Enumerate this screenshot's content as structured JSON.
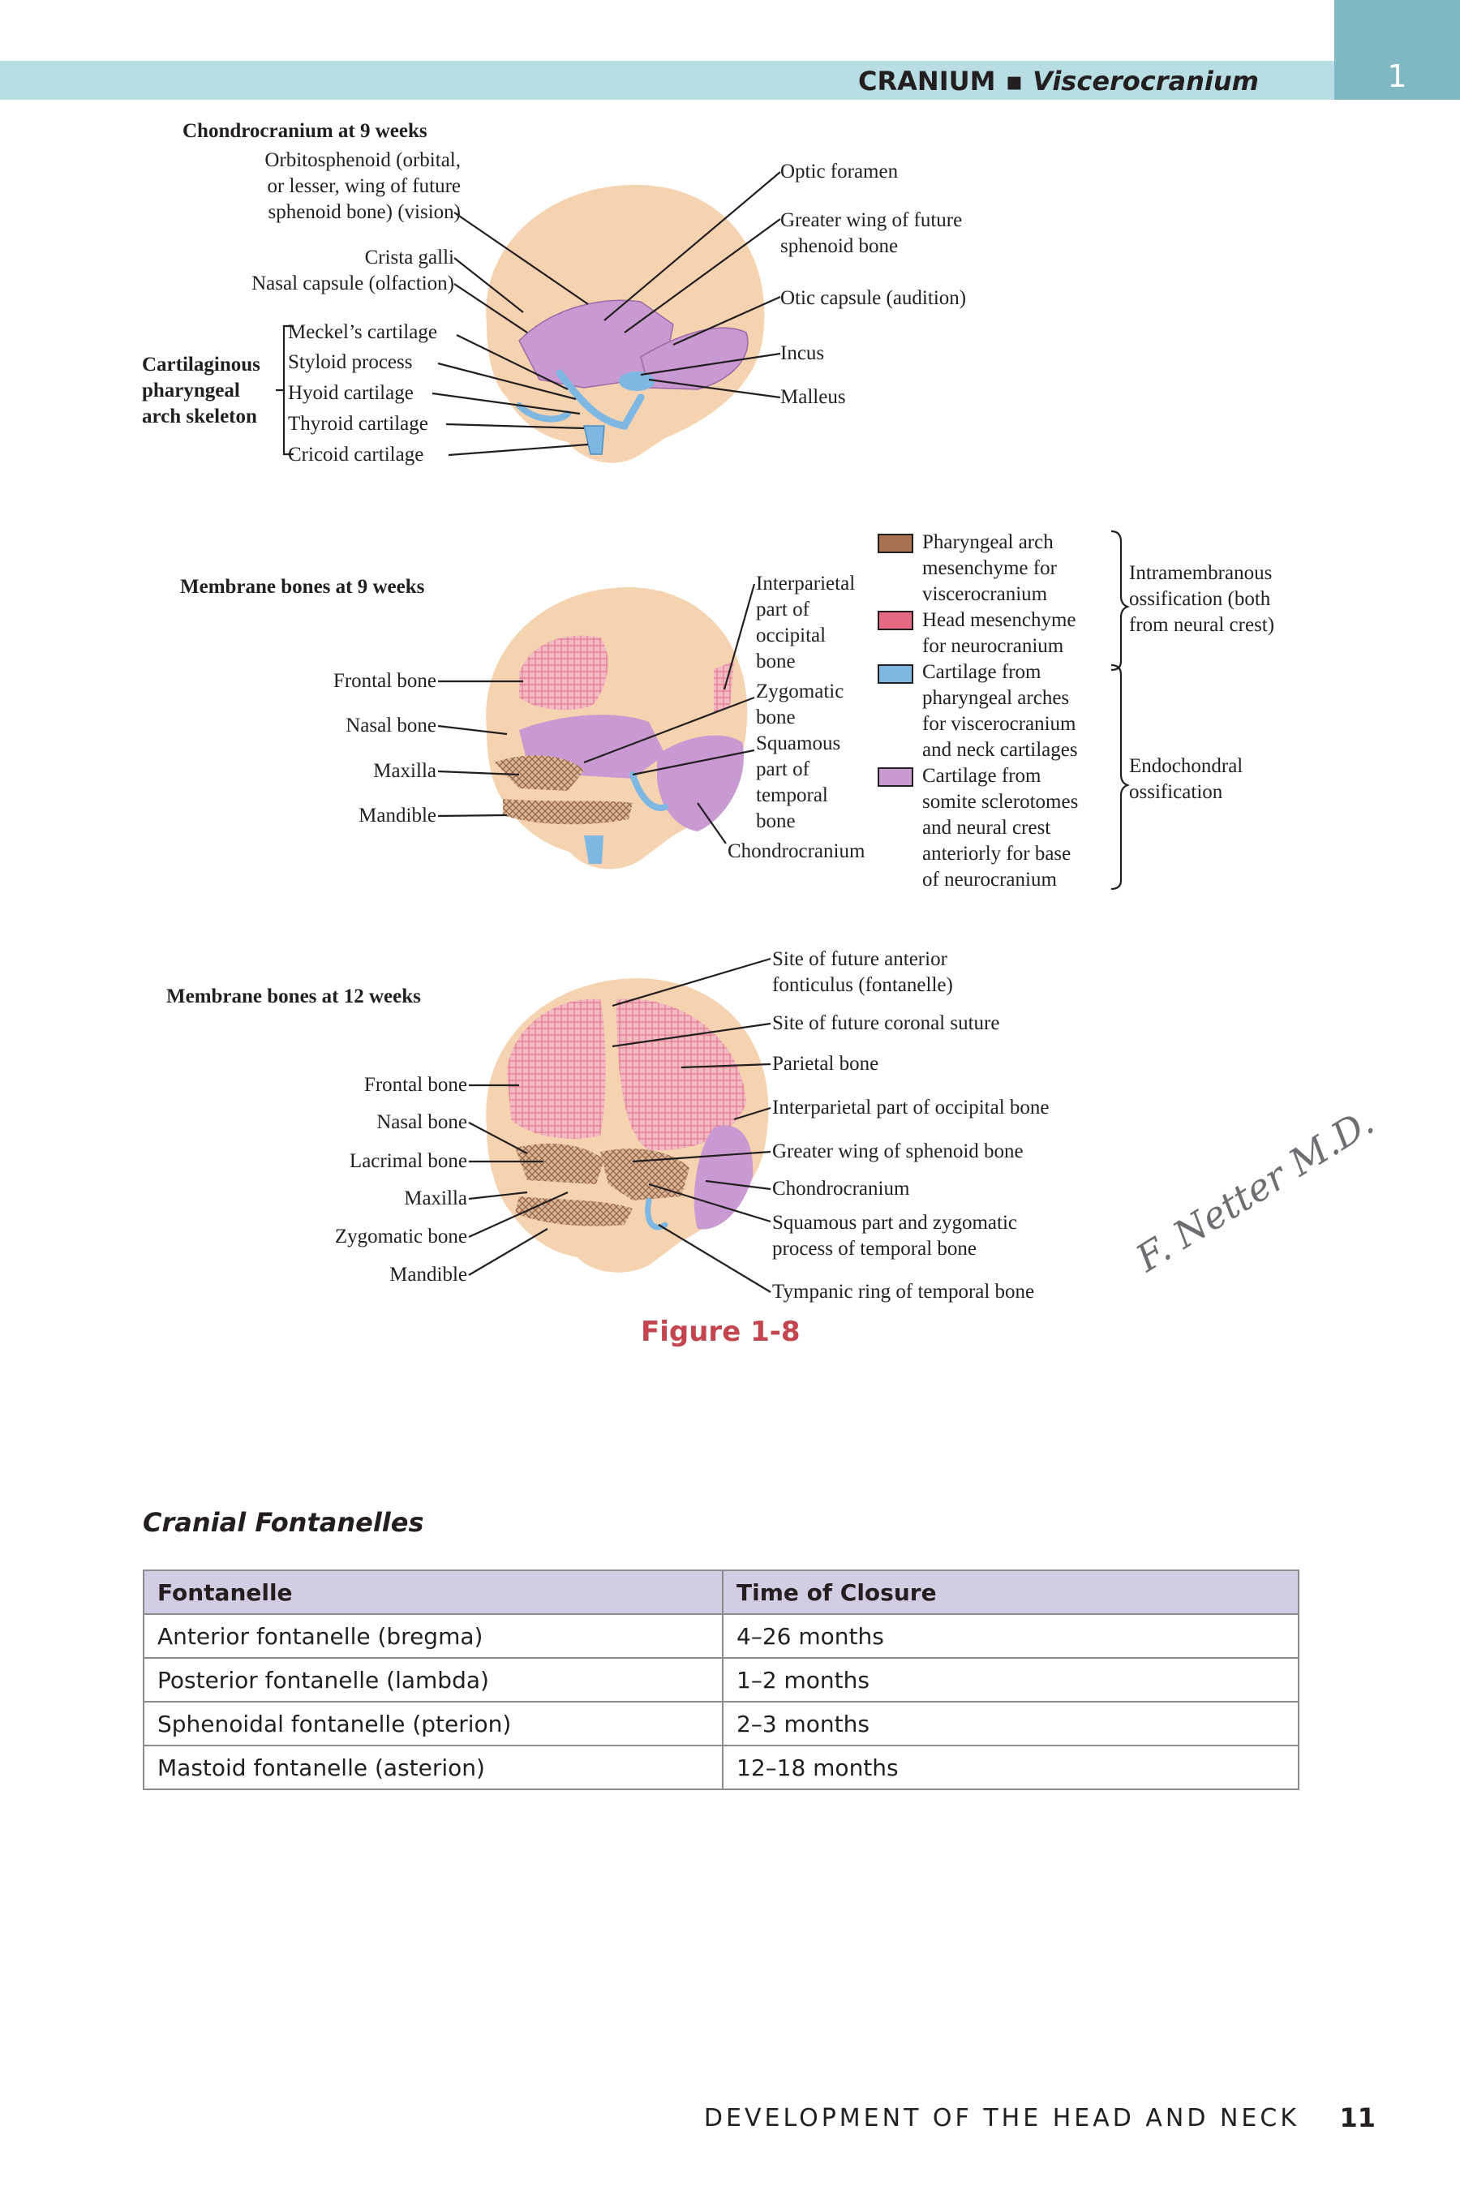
{
  "header": {
    "section": "CRANIUM",
    "separator": "▪",
    "subsection": "Viscerocranium",
    "chapter_number": "1"
  },
  "panel1": {
    "title": "Chondrocranium at 9 weeks",
    "left_labels": [
      "Orbitosphenoid (orbital,\nor lesser, wing of future\nsphenoid bone) (vision)",
      "Crista galli",
      "Nasal capsule (olfaction)"
    ],
    "group_label": "Cartilaginous\npharyngeal\narch skeleton",
    "group_items": [
      "Meckel’s cartilage",
      "Styloid process",
      "Hyoid cartilage",
      "Thyroid cartilage",
      "Cricoid cartilage"
    ],
    "right_labels": [
      "Optic foramen",
      "Greater wing of future\nsphenoid bone",
      "Otic capsule (audition)",
      "Incus",
      "Malleus"
    ]
  },
  "panel2": {
    "title": "Membrane bones at 9 weeks",
    "left_labels": [
      "Frontal bone",
      "Nasal bone",
      "Maxilla",
      "Mandible"
    ],
    "right_labels": [
      "Interparietal\npart of\noccipital\nbone",
      "Zygomatic\nbone",
      "Squamous\npart of\ntemporal\nbone",
      "Chondrocranium"
    ]
  },
  "legend": {
    "items": [
      {
        "label": "Pharyngeal arch\nmesenchyme for\nviscerocranium",
        "color": "#a5714e"
      },
      {
        "label": "Head mesenchyme\nfor neurocranium",
        "color": "#e46a83"
      },
      {
        "label": "Cartilage from\npharyngeal arches\nfor viscerocranium\nand neck cartilages",
        "color": "#7fb7e3"
      },
      {
        "label": "Cartilage from\nsomite sclerotomes\nand neural crest\nanteriorly for base\nof neurocranium",
        "color": "#c99ad1"
      }
    ],
    "groups": [
      "Intramembranous\nossification (both\nfrom neural crest)",
      "Endochondral\nossification"
    ]
  },
  "panel3": {
    "title": "Membrane bones at 12 weeks",
    "left_labels": [
      "Frontal bone",
      "Nasal bone",
      "Lacrimal bone",
      "Maxilla",
      "Zygomatic bone",
      "Mandible"
    ],
    "right_labels": [
      "Site of future anterior\nfonticulus (fontanelle)",
      "Site of future coronal suture",
      "Parietal bone",
      "Interparietal part of occipital bone",
      "Greater wing of sphenoid bone",
      "Chondrocranium",
      "Squamous part and zygomatic\nprocess of temporal bone",
      "Tympanic ring of temporal bone"
    ]
  },
  "figure_caption": "Figure 1-8",
  "signature": "F. Netter M.D.",
  "table": {
    "title": "Cranial Fontanelles",
    "headers": [
      "Fontanelle",
      "Time of Closure"
    ],
    "rows": [
      [
        "Anterior fontanelle (bregma)",
        "4–26 months"
      ],
      [
        "Posterior fontanelle (lambda)",
        "1–2 months"
      ],
      [
        "Sphenoidal fontanelle (pterion)",
        "2–3 months"
      ],
      [
        "Mastoid fontanelle (asterion)",
        "12–18 months"
      ]
    ]
  },
  "footer": {
    "running_title": "DEVELOPMENT OF THE HEAD AND NECK",
    "page_number": "11"
  }
}
